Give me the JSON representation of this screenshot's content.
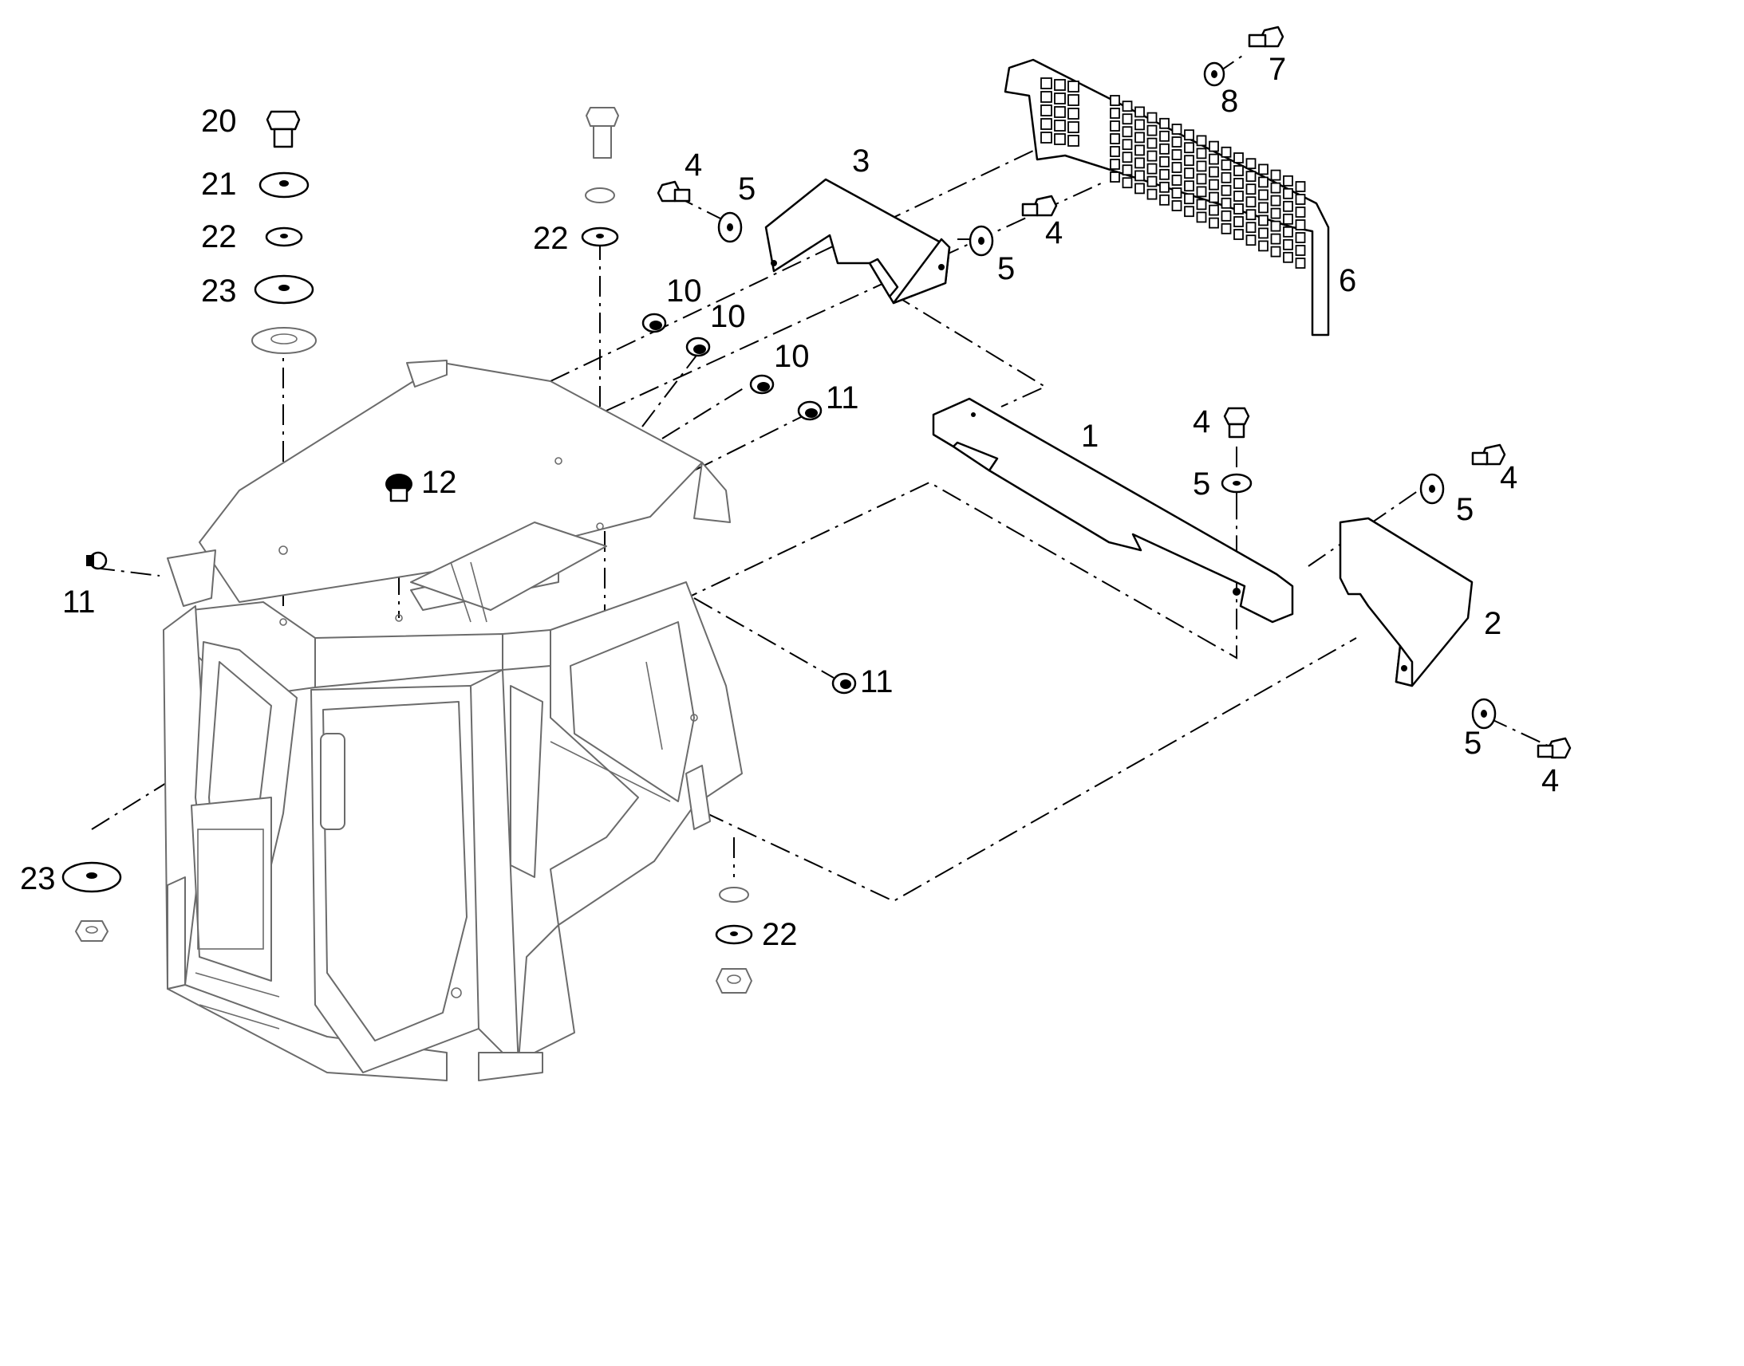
{
  "callouts": {
    "c1": "1",
    "c2": "2",
    "c3": "3",
    "c4a": "4",
    "c4b": "4",
    "c4c": "4",
    "c4d": "4",
    "c4e": "4",
    "c5a": "5",
    "c5b": "5",
    "c5c": "5",
    "c5d": "5",
    "c5e": "5",
    "c6": "6",
    "c7": "7",
    "c8": "8",
    "c10a": "10",
    "c10b": "10",
    "c10c": "10",
    "c11a": "11",
    "c11b": "11",
    "c11c": "11",
    "c12": "12",
    "c20": "20",
    "c21": "21",
    "c22a": "22",
    "c22b": "22",
    "c22c": "22",
    "c23a": "23",
    "c23b": "23"
  },
  "colors": {
    "line": "#000000",
    "faint_line": "#6b6b6b",
    "background": "#ffffff"
  }
}
